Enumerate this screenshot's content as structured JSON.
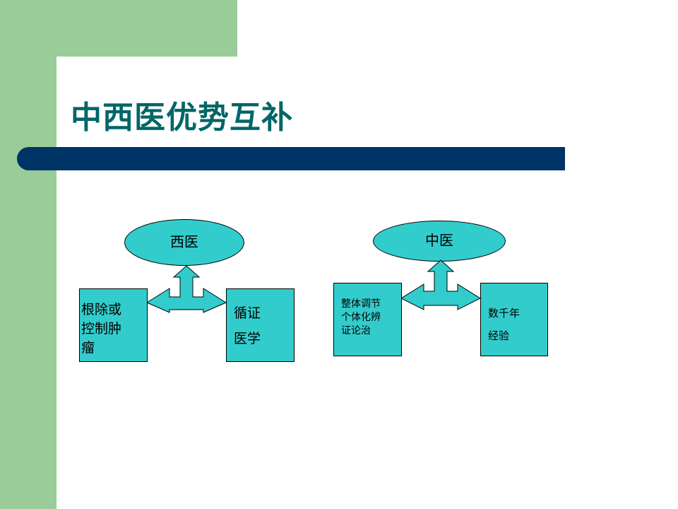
{
  "slide": {
    "title": "中西医优势互补"
  },
  "colors": {
    "side_green": "#99cc99",
    "bar_navy": "#003366",
    "title_teal": "#006666",
    "shape_cyan": "#33cccc"
  },
  "diagram_left": {
    "top_label": "西医",
    "left_box_lines": [
      "根除或",
      "控制肿",
      "瘤"
    ],
    "right_box_lines": [
      "循证",
      "医学"
    ]
  },
  "diagram_right": {
    "top_label": "中医",
    "left_box_lines": [
      "整体调节",
      "个体化辨",
      "证论治"
    ],
    "right_box_lines": [
      "数千年",
      "经验"
    ]
  }
}
